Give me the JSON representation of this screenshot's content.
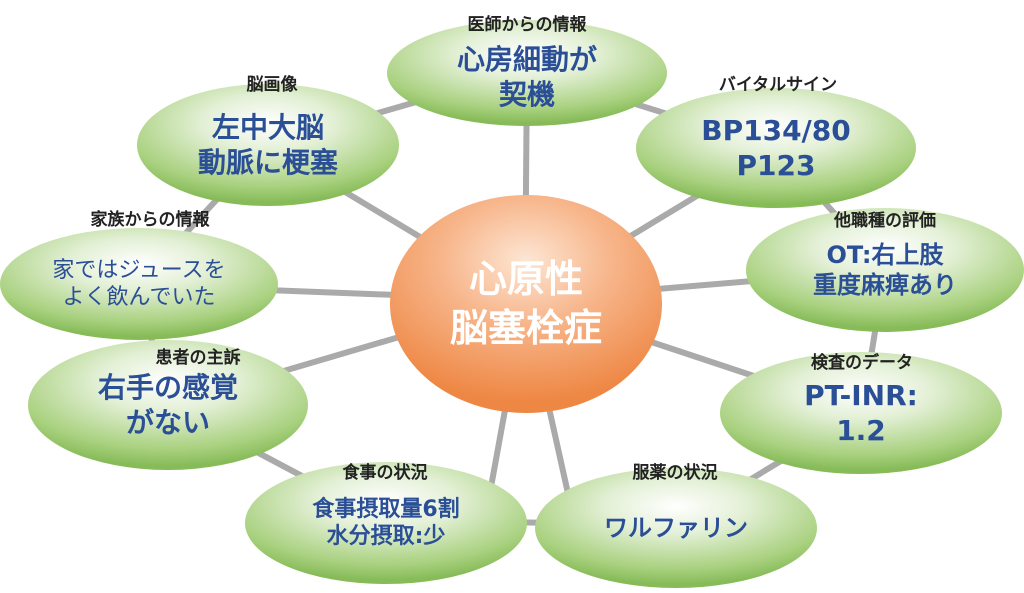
{
  "center": {
    "line1": "心原性",
    "line2": "脳塞栓症"
  },
  "nodes": [
    {
      "label": "医師からの情報",
      "line1": "心房細動が",
      "line2": "契機"
    },
    {
      "label": "バイタルサイン",
      "line1": "BP134/80",
      "line2": "P123"
    },
    {
      "label": "他職種の評価",
      "line1": "OT:右上肢",
      "line2": "重度麻痺あり"
    },
    {
      "label": "検査のデータ",
      "line1": "PT-INR:",
      "line2": "1.2"
    },
    {
      "label": "服薬の状況",
      "line1": "ワルファリン",
      "line2": ""
    },
    {
      "label": "食事の状況",
      "line1": "食事摂取量6割",
      "line2": "水分摂取:少"
    },
    {
      "label": "患者の主訴",
      "line1": "右手の感覚",
      "line2": "がない"
    },
    {
      "label": "家族からの情報",
      "line1": "家ではジュースを",
      "line2": "よく飲んでいた"
    },
    {
      "label": "脳画像",
      "line1": "左中大脳",
      "line2": "動脈に梗塞"
    }
  ],
  "colors": {
    "node_green": "#8cc063",
    "center_orange": "#ee8744",
    "text_blue": "#2b4f97",
    "connector": "#aaaaaa"
  }
}
